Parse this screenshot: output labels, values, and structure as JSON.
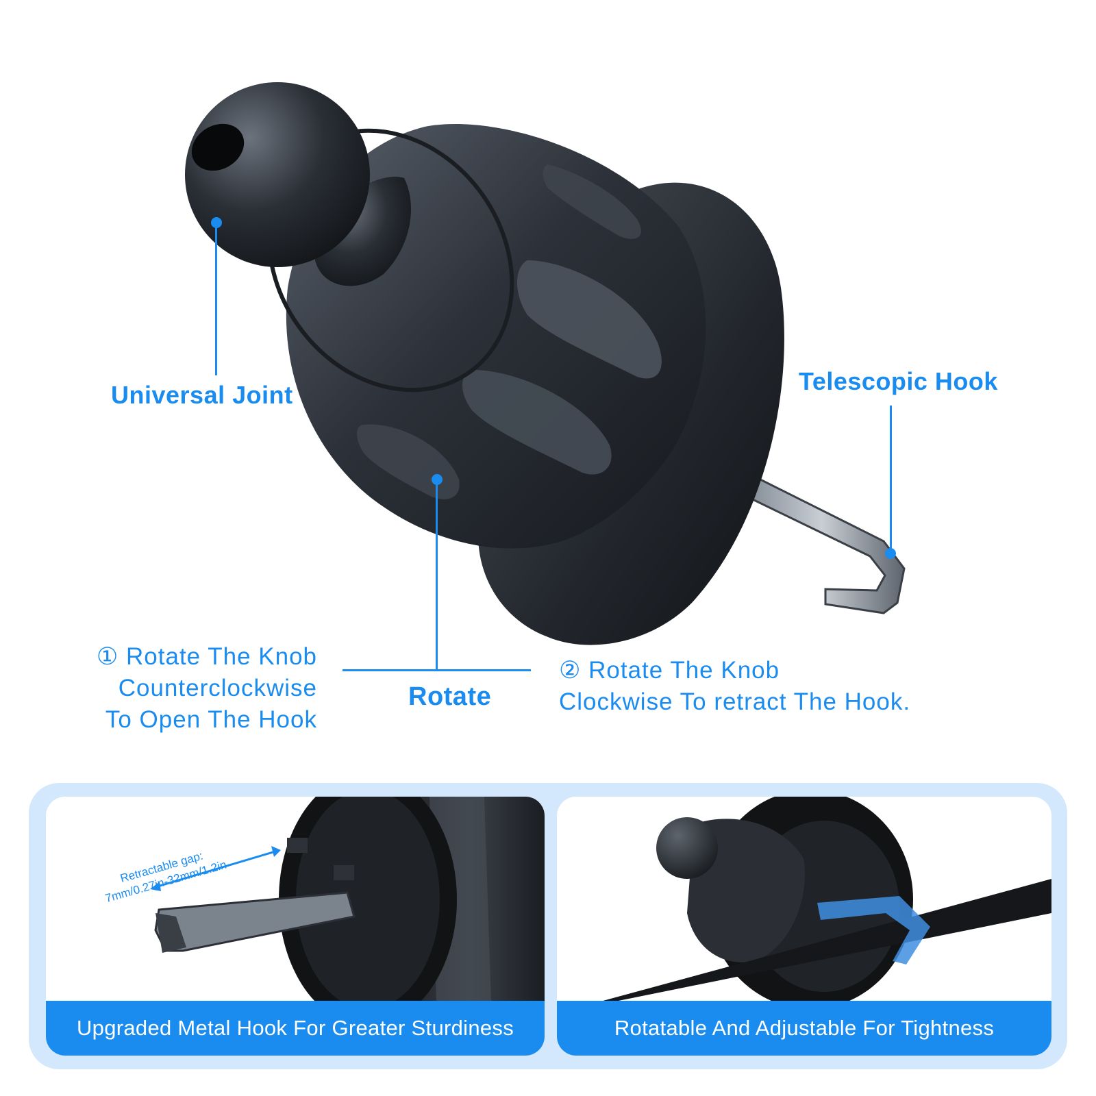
{
  "callouts": {
    "universal_joint": "Universal Joint",
    "telescopic_hook": "Telescopic Hook",
    "rotate": "Rotate"
  },
  "instructions": {
    "left": [
      "① Rotate The Knob",
      "Counterclockwise",
      "To Open The Hook"
    ],
    "right": [
      "② Rotate The Knob",
      "Clockwise To retract The Hook."
    ]
  },
  "panels": [
    {
      "caption": "Upgraded Metal Hook For Greater Sturdiness",
      "gap_label": [
        "Retractable gap:",
        "7mm/0.27in-32mm/1.2in"
      ]
    },
    {
      "caption": "Rotatable And Adjustable For Tightness"
    }
  ],
  "colors": {
    "accent": "#1a8cf0",
    "frame": "#d3e8fc",
    "product": "#2a2f36"
  }
}
